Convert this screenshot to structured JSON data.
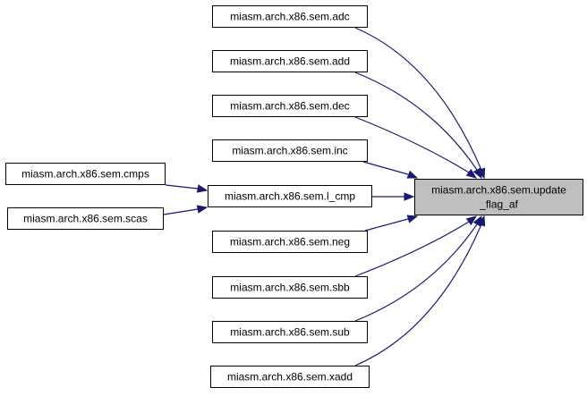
{
  "nodes": [
    {
      "id": "adc",
      "label": "miasm.arch.x86.sem.adc"
    },
    {
      "id": "add",
      "label": "miasm.arch.x86.sem.add"
    },
    {
      "id": "dec",
      "label": "miasm.arch.x86.sem.dec"
    },
    {
      "id": "inc",
      "label": "miasm.arch.x86.sem.inc"
    },
    {
      "id": "cmps",
      "label": "miasm.arch.x86.sem.cmps"
    },
    {
      "id": "l_cmp",
      "label": "miasm.arch.x86.sem.l_cmp"
    },
    {
      "id": "scas",
      "label": "miasm.arch.x86.sem.scas"
    },
    {
      "id": "neg",
      "label": "miasm.arch.x86.sem.neg"
    },
    {
      "id": "sbb",
      "label": "miasm.arch.x86.sem.sbb"
    },
    {
      "id": "sub",
      "label": "miasm.arch.x86.sem.sub"
    },
    {
      "id": "xadd",
      "label": "miasm.arch.x86.sem.xadd"
    },
    {
      "id": "update_flag_af",
      "label_lines": [
        "miasm.arch.x86.sem.update",
        "_flag_af"
      ],
      "highlighted": true
    }
  ],
  "edges": [
    {
      "from": "adc",
      "to": "update_flag_af"
    },
    {
      "from": "add",
      "to": "update_flag_af"
    },
    {
      "from": "dec",
      "to": "update_flag_af"
    },
    {
      "from": "inc",
      "to": "update_flag_af"
    },
    {
      "from": "l_cmp",
      "to": "update_flag_af"
    },
    {
      "from": "neg",
      "to": "update_flag_af"
    },
    {
      "from": "sbb",
      "to": "update_flag_af"
    },
    {
      "from": "sub",
      "to": "update_flag_af"
    },
    {
      "from": "xadd",
      "to": "update_flag_af"
    },
    {
      "from": "cmps",
      "to": "l_cmp"
    },
    {
      "from": "scas",
      "to": "l_cmp"
    }
  ],
  "colors": {
    "edge": "#191970",
    "node_border": "#000000",
    "node_fill": "#ffffff",
    "highlight_fill": "#bfbfbf"
  }
}
